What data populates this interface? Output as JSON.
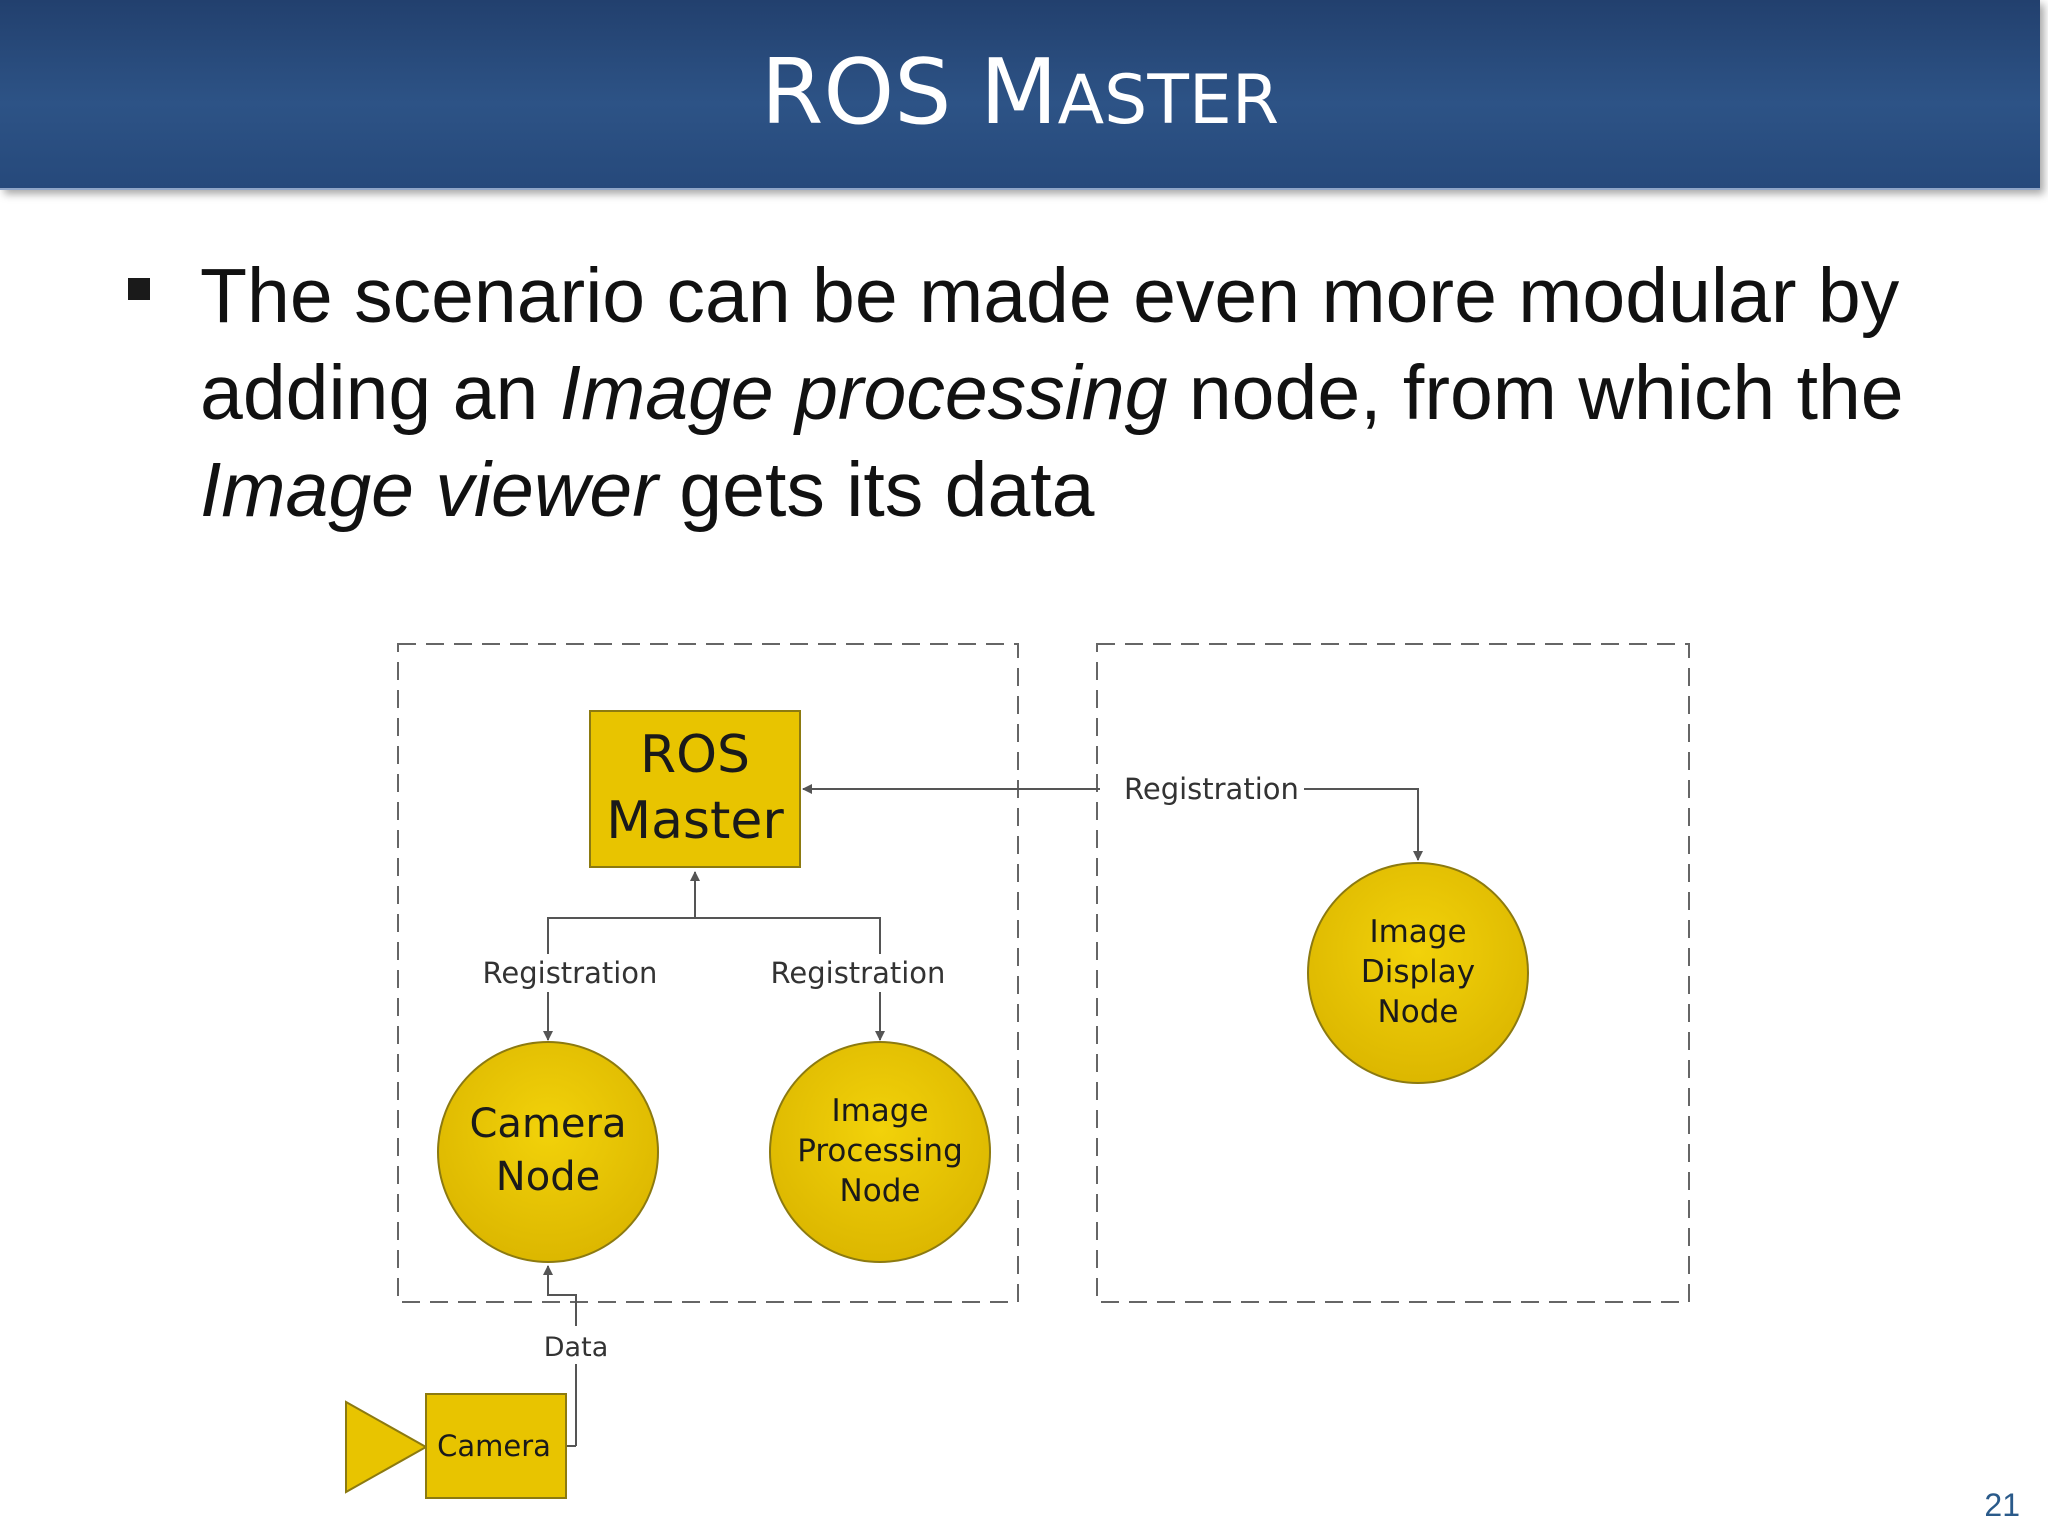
{
  "slide": {
    "title_big": "ROS M",
    "title_small": "ASTER",
    "bullet": {
      "part1": "The scenario can be made even more modular by adding an ",
      "em1": "Image processing",
      "part2": " node, from which the ",
      "em2": "Image viewer",
      "part3": " gets its data"
    },
    "page_number": "21"
  },
  "diagram": {
    "ros_master_line1": "ROS",
    "ros_master_line2": "Master",
    "camera_node_line1": "Camera",
    "camera_node_line2": "Node",
    "proc_node_line1": "Image",
    "proc_node_line2": "Processing",
    "proc_node_line3": "Node",
    "display_node_line1": "Image",
    "display_node_line2": "Display",
    "display_node_line3": "Node",
    "registration_left": "Registration",
    "registration_mid": "Registration",
    "registration_right": "Registration",
    "data_label": "Data",
    "camera_label": "Camera",
    "colors": {
      "node_fill": "#e8c400",
      "node_stroke": "#8c7a10",
      "line": "#555555"
    }
  }
}
